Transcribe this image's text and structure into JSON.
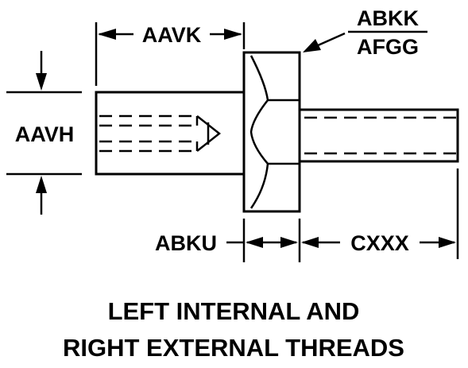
{
  "labels": {
    "aavk": "AAVK",
    "abkk": "ABKK",
    "afgg": "AFGG",
    "aavh": "AAVH",
    "abku": "ABKU",
    "cxxx": "CXXX"
  },
  "caption": {
    "line1": "LEFT INTERNAL AND",
    "line2": "RIGHT EXTERNAL THREADS"
  }
}
